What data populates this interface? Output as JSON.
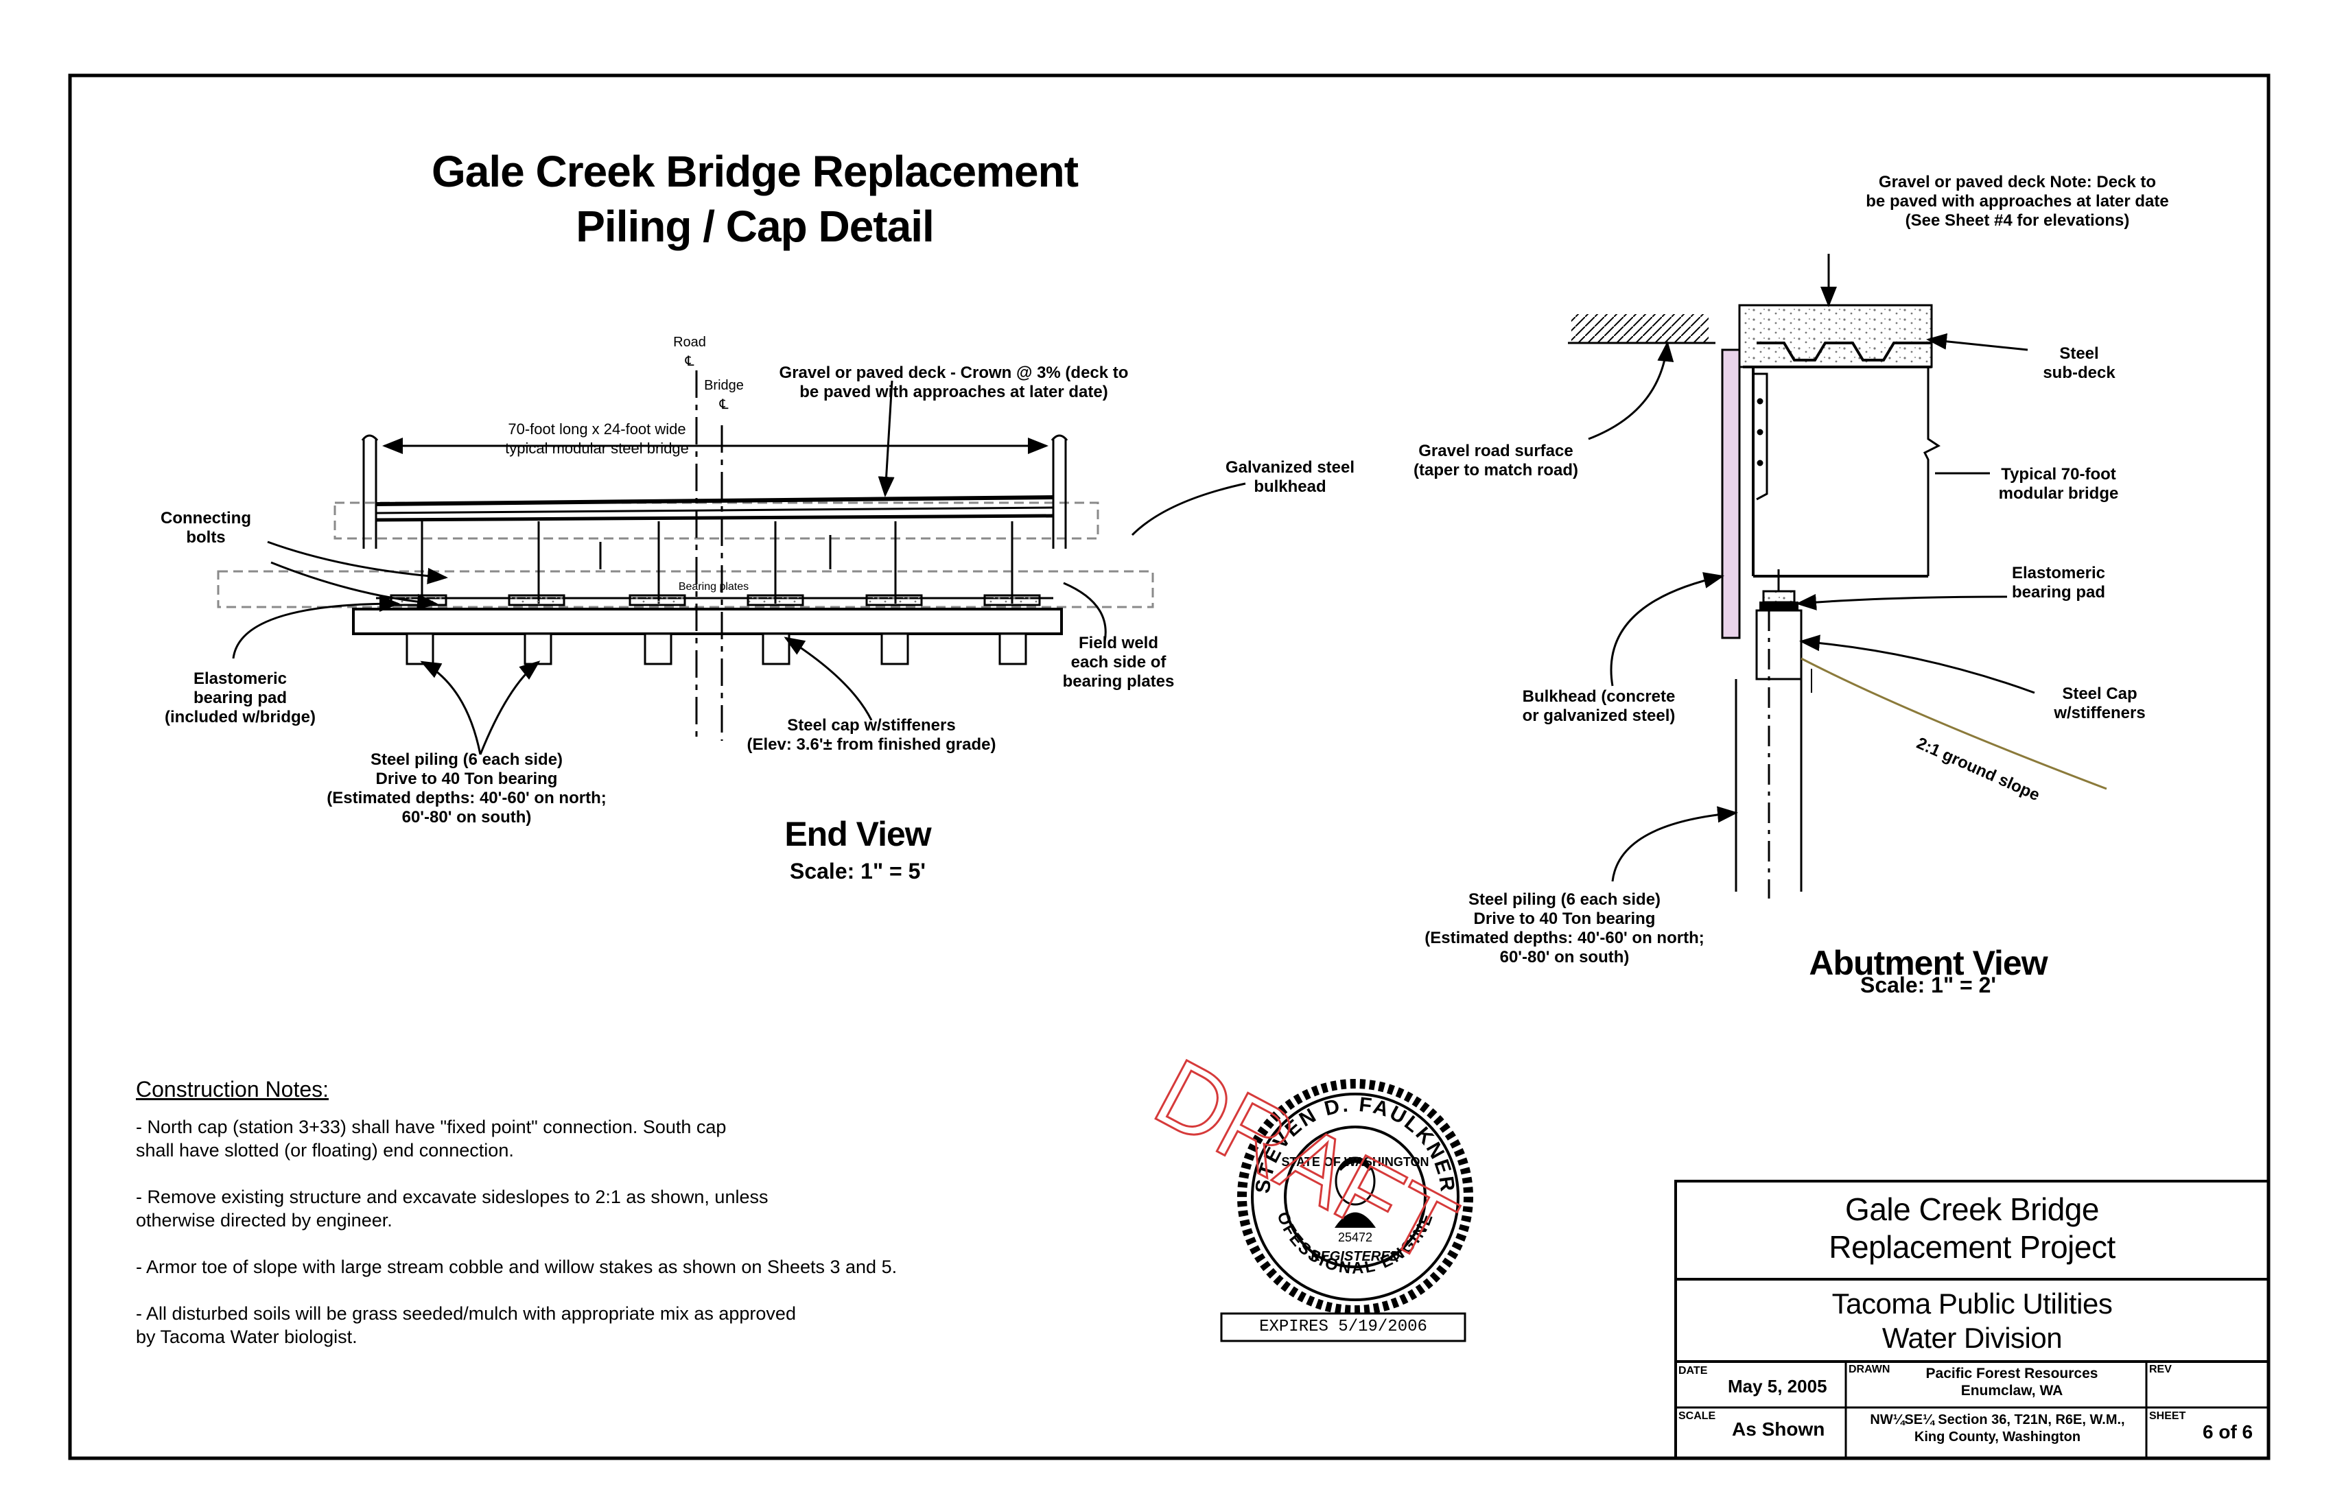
{
  "title": {
    "line1": "Gale Creek Bridge Replacement",
    "line2": "Piling / Cap Detail"
  },
  "end_view": {
    "road_cl": "Road\n℄",
    "bridge_cl": "Bridge\n℄",
    "bridge_size": "70-foot long x 24-foot wide\ntypical modular steel bridge",
    "deck": "Gravel or paved deck - Crown @ 3% (deck to\nbe paved with approaches at later date)",
    "galvanized": "Galvanized steel\nbulkhead",
    "connecting_bolts": "Connecting\nbolts",
    "bearing_plates": "Bearing plates",
    "field_weld": "Field weld\neach side of\nbearing plates",
    "elastomeric": "Elastomeric\nbearing pad\n(included w/bridge)",
    "steel_cap": "Steel cap w/stiffeners\n(Elev: 3.6'± from finished grade)",
    "steel_piling": "Steel piling (6 each side)\nDrive to 40 Ton bearing\n(Estimated depths: 40'-60' on north;\n60'-80' on south)",
    "view_title": "End View",
    "scale": "Scale: 1\" = 5'"
  },
  "abutment_view": {
    "deck_note": "Gravel or paved deck     Note: Deck to\nbe paved with approaches at later date\n(See Sheet #4 for elevations)",
    "steel_subdeck": "Steel\nsub-deck",
    "gravel_road": "Gravel road surface\n(taper to match road)",
    "typical_bridge": "Typical 70-foot\nmodular bridge",
    "elastomeric": "Elastomeric\nbearing pad",
    "bulkhead": "Bulkhead (concrete\nor galvanized steel)",
    "steel_cap": "Steel Cap\nw/stiffeners",
    "ground_slope": "2:1 ground slope",
    "steel_piling": "Steel piling (6 each side)\nDrive to 40 Ton bearing\n(Estimated depths: 40'-60' on north;\n60'-80' on south)",
    "view_title": "Abutment View",
    "scale": "Scale: 1\" = 2'"
  },
  "construction_notes": {
    "heading": "Construction Notes:",
    "items": [
      "- North cap (station 3+33) shall have \"fixed point\" connection.  South cap\n   shall have slotted (or floating) end connection.",
      "- Remove existing structure and excavate sideslopes to 2:1 as shown, unless\n   otherwise directed by engineer.",
      "-  Armor toe of slope with large stream cobble and willow stakes as shown on Sheets 3 and 5.",
      "- All disturbed soils will be grass seeded/mulch with appropriate mix as approved\n   by Tacoma Water biologist."
    ]
  },
  "seal": {
    "name": "STEVEN D. FAULKNER",
    "state": "STATE OF WASHINGTON",
    "number": "25472",
    "registered": "REGISTERED",
    "professional": "PROFESSIONAL ENGINEER",
    "draft": "DRAFT",
    "expires": "EXPIRES  5/19/2006"
  },
  "title_block": {
    "project": "Gale Creek Bridge\nReplacement Project",
    "owner": "Tacoma Public Utilities\nWater Division",
    "date_label": "DATE",
    "date": "May 5, 2005",
    "drawn_label": "DRAWN",
    "drawn": "Pacific Forest Resources\nEnumclaw, WA",
    "rev_label": "REV",
    "scale_label": "SCALE",
    "scale": "As Shown",
    "location": "NW¼SE¼ Section 36, T21N, R6E, W.M.,\nKing County, Washington",
    "sheet_label": "SHEET",
    "sheet": "6 of 6"
  },
  "colors": {
    "line": "#000000",
    "dashed": "#8a8a8a",
    "bulkhead_fill": "#e9d3ea",
    "slope": "#8b7a3a",
    "draft": "#d63a3a"
  }
}
